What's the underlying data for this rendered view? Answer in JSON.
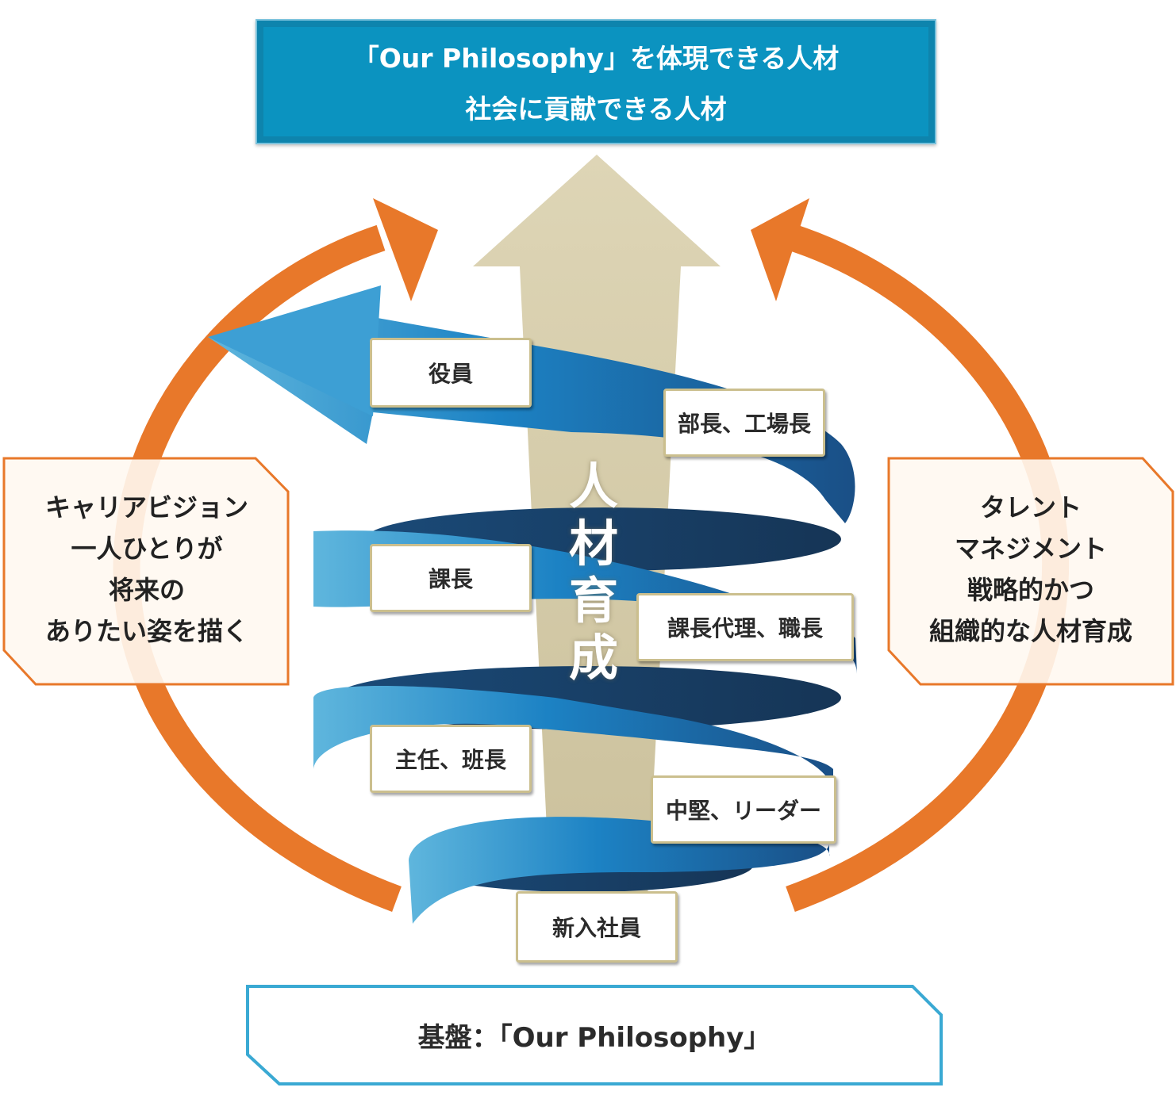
{
  "goal": {
    "line1": "「Our Philosophy」を体現できる人材",
    "line2": "社会に貢献できる人材"
  },
  "central_label": [
    "人",
    "材",
    "育",
    "成"
  ],
  "ranks": {
    "executive": "役員",
    "director": "部長、工場長",
    "section_chief": "課長",
    "deputy": "課長代理、職長",
    "supervisor": "主任、班長",
    "mid_level": "中堅、リーダー",
    "new_hire": "新入社員"
  },
  "left_panel": {
    "title": "キャリアビジョン",
    "lines": [
      "一人ひとりが",
      "将来の",
      "ありたい姿を描く"
    ]
  },
  "right_panel": {
    "title_lines": [
      "タレント",
      "マネジメント"
    ],
    "lines": [
      "戦略的かつ",
      "組織的な人材育成"
    ]
  },
  "base": {
    "label": "基盤：「Our Philosophy」"
  },
  "colors": {
    "goal_blue": "#0b93c0",
    "orange": "#e8782a",
    "khaki_arrow": "#d6cba5",
    "spiral_blue": "#1f7fc0",
    "base_border": "#3aa9d3"
  }
}
